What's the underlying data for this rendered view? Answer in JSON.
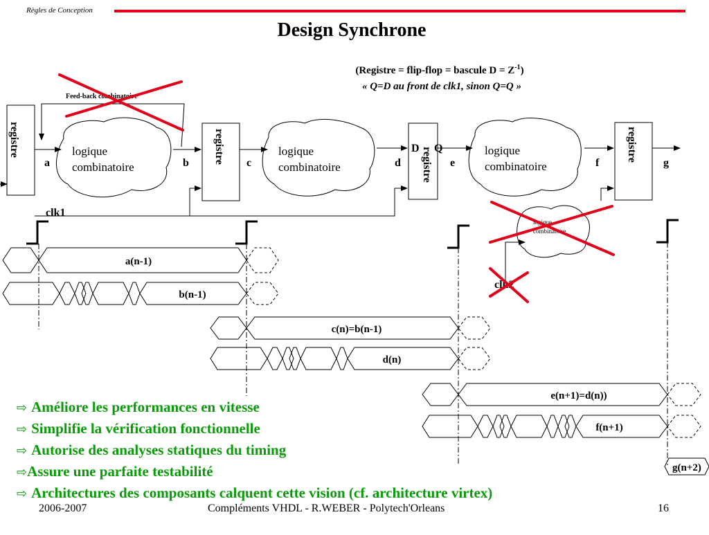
{
  "header": {
    "section": "Règles de Conception",
    "title": "Design Synchrone"
  },
  "definition": {
    "line1_prefix": "(Registre = flip-flop = bascule D = Z",
    "line1_sup": "-1",
    "line1_suffix": ")",
    "line2": "« Q=D au front de clk1, sinon Q=Q »"
  },
  "diagram": {
    "register_label": "registre",
    "logic_line1": "logique",
    "logic_line2": "combinatoire",
    "feedback_label": "Feed-back combinatoire",
    "signals": [
      "a",
      "b",
      "c",
      "d",
      "e",
      "f",
      "g"
    ],
    "port_d": "D",
    "port_q": "Q",
    "clk1": "clk1",
    "clk2": "clk2",
    "small_logic_line1": "logique",
    "small_logic_line2": "combinatoire"
  },
  "timing": {
    "a": "a(n-1)",
    "b": "b(n-1)",
    "c": "c(n)=b(n-1)",
    "d": "d(n)",
    "e": "e(n+1)=d(n))",
    "f": "f(n+1)",
    "g": "g(n+2)"
  },
  "bullets": [
    "Améliore les performances en vitesse",
    "Simplifie la vérification fonctionnelle",
    "Autorise des analyses statiques du timing",
    "Assure une parfaite testabilité",
    "Architectures des composants calquent cette vision (cf. architecture virtex)"
  ],
  "footer": {
    "year": "2006-2007",
    "course": "Compléments VHDL - R.WEBER - Polytech'Orleans",
    "page": "16"
  },
  "colors": {
    "rule": "#e0001a",
    "cross": "#e0001a",
    "bullet": "#0a9a0a"
  }
}
